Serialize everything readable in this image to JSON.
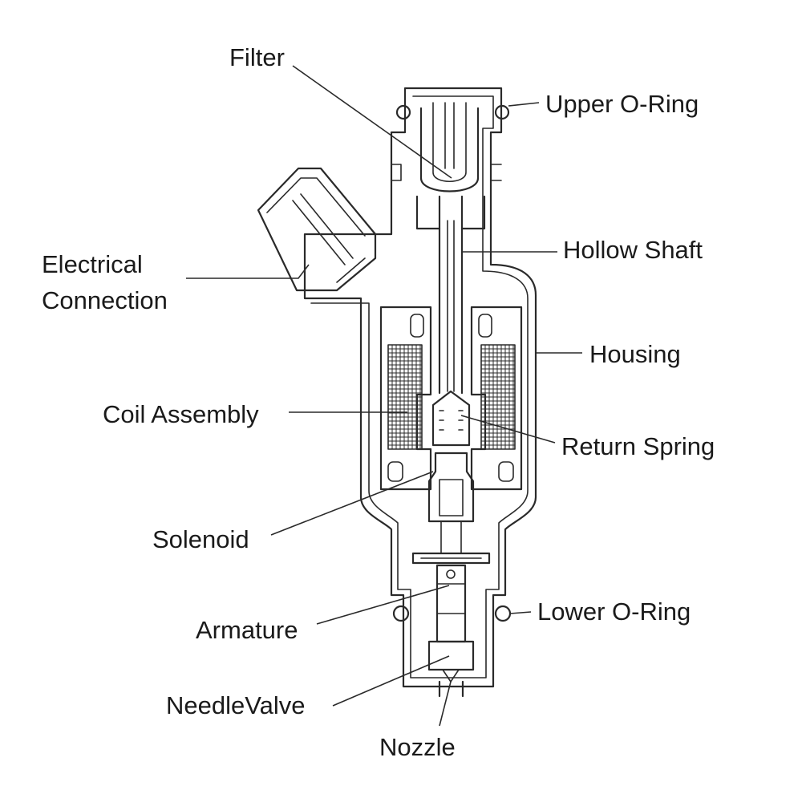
{
  "diagram": {
    "labels": {
      "filter": "Filter",
      "upper_o_ring": "Upper O-Ring",
      "hollow_shaft": "Hollow Shaft",
      "electrical_connection_line1": "Electrical",
      "electrical_connection_line2": "Connection",
      "housing": "Housing",
      "coil_assembly": "Coil Assembly",
      "return_spring": "Return Spring",
      "solenoid": "Solenoid",
      "lower_o_ring": "Lower O-Ring",
      "armature": "Armature",
      "needle_valve": "NeedleValve",
      "nozzle": "Nozzle"
    }
  }
}
